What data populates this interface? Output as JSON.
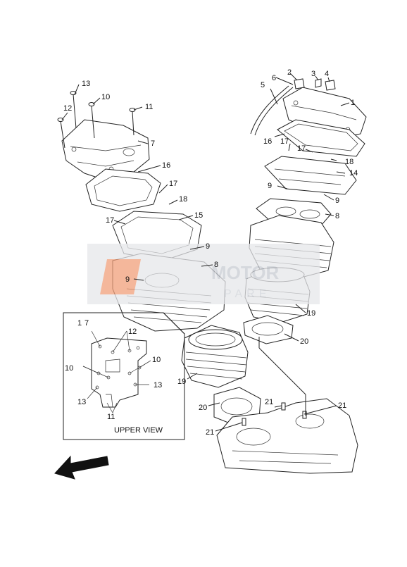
{
  "callouts": {
    "c1": "1",
    "c2": "2",
    "c3": "3",
    "c4": "4",
    "c5": "5",
    "c6": "6",
    "c7": "7",
    "c8a": "8",
    "c8b": "8",
    "c9a": "9",
    "c9b": "9",
    "c9c": "9",
    "c9d": "9",
    "c10": "10",
    "c11": "11",
    "c12": "12",
    "c13": "13",
    "c14": "14",
    "c15": "15",
    "c16a": "16",
    "c16b": "16",
    "c17a": "17",
    "c17b": "17",
    "c17c": "17",
    "c17d": "17",
    "c18a": "18",
    "c18b": "18",
    "c19a": "19",
    "c19b": "19",
    "c20a": "20",
    "c20b": "20",
    "c21a": "21",
    "c21b": "21",
    "c21c": "21"
  },
  "inset": {
    "caption": "UPPER VIEW",
    "c1": "1",
    "c7": "7",
    "c12": "12",
    "c10a": "10",
    "c10b": "10",
    "c13a": "13",
    "c13b": "13",
    "c11": "11"
  },
  "watermark": {
    "brand_main": "MOTOR",
    "brand_sub": "PARE"
  },
  "colors": {
    "line": "#222222",
    "watermark_band": "#e6e7ea",
    "watermark_logo": "#f1a07a"
  },
  "icons": {
    "direction_arrow": "front-direction-arrow-icon"
  }
}
